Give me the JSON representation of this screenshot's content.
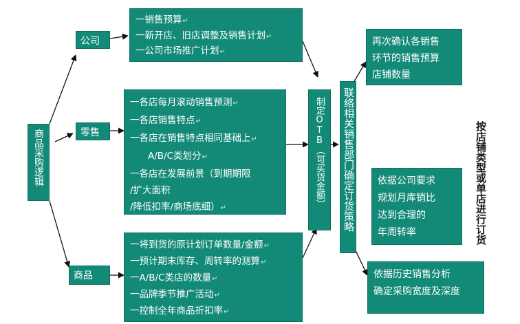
{
  "root": {
    "label": "商品采购逻辑"
  },
  "groups": [
    {
      "id": "company",
      "label": "公司"
    },
    {
      "id": "retail",
      "label": "零售"
    },
    {
      "id": "product",
      "label": "商品"
    }
  ],
  "company_items": [
    "一销售预算",
    "一新开店、旧店调整及销售计划",
    "一公司市场推广计划"
  ],
  "retail_items": [
    "一各店每月滚动销售预测",
    "一各店销售特点",
    "一各店在销售特点相同基础上",
    "A/B/C类划分",
    "一各店在发展前景（到期期限",
    "/扩大面积",
    "/降低扣率/商场底细）"
  ],
  "product_items": [
    "一将到货的原计划订单数量/金额",
    "一预计期末库存、周转率的测算",
    "一A/B/C类店的数量",
    "一品牌季节推广活动",
    "一控制全年商品折扣率"
  ],
  "otb": {
    "label": "制定OTB（可买货金额）"
  },
  "contact": {
    "label": "联络相关销售部门确定订货策略"
  },
  "right_top": [
    "再次确认各销售",
    "环节的销售预算",
    "店铺数量"
  ],
  "right_mid": [
    "依据公司要求",
    "规划月库销比",
    "达到合理的",
    "年周转率"
  ],
  "right_bot": [
    "依据历史销售分析",
    "确定采购宽度及深度"
  ],
  "final_text": "按店铺类型或单店进行订货",
  "return_mark": "↵",
  "colors": {
    "box": "#138a78",
    "text": "#ffffff",
    "arrow": "#111111"
  }
}
